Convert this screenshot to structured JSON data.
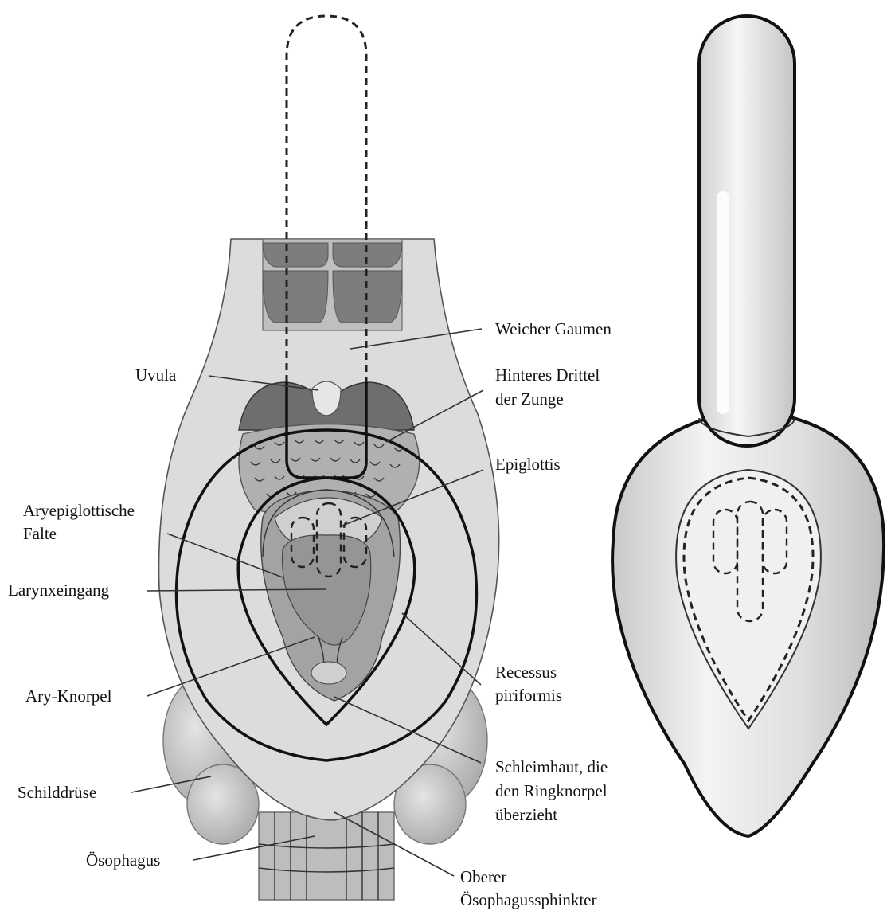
{
  "labels": {
    "weicher_gaumen": "Weicher Gaumen",
    "uvula": "Uvula",
    "zunge_line1": "Hinteres Drittel",
    "zunge_line2": "der Zunge",
    "epiglottis": "Epiglottis",
    "aryepi_line1": "Aryepiglottische",
    "aryepi_line2": "Falte",
    "larynxeingang": "Larynxeingang",
    "ary_knorpel": "Ary-Knorpel",
    "recessus_line1": "Recessus",
    "recessus_line2": "piriformis",
    "schilddruese": "Schilddrüse",
    "schleimhaut_line1": "Schleimhaut, die",
    "schleimhaut_line2": "den Ringknorpel",
    "schleimhaut_line3": "überzieht",
    "oesophagus": "Ösophagus",
    "sphinkter_line1": "Oberer",
    "sphinkter_line2": "Ösophagussphinkter"
  },
  "colors": {
    "outline": "#111111",
    "tissue_light": "#d9d9d9",
    "tissue_mid": "#b3b3b3",
    "tissue_dark": "#8c8c8c",
    "mask_fill": "#e6e6e6"
  }
}
